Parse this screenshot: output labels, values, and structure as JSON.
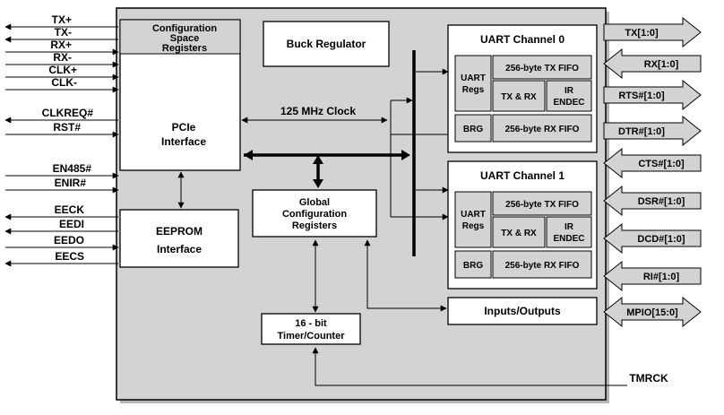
{
  "left_signals": {
    "tx_plus": "TX+",
    "tx_minus": "TX-",
    "rx_plus": "RX+",
    "rx_minus": "RX-",
    "clk_plus": "CLK+",
    "clk_minus": "CLK-",
    "clkreq": "CLKREQ#",
    "rst": "RST#",
    "en485": "EN485#",
    "enir": "ENIR#",
    "eeck": "EECK",
    "eedi": "EEDI",
    "eedo": "EEDO",
    "eecs": "EECS"
  },
  "blocks": {
    "config_space": [
      "Configuration",
      "Space",
      "Registers"
    ],
    "pcie": [
      "PCIe",
      "Interface"
    ],
    "eeprom": [
      "EEPROM",
      "Interface"
    ],
    "buck": "Buck Regulator",
    "clock": "125 MHz Clock",
    "global_cfg": [
      "Global",
      "Configuration",
      "Registers"
    ],
    "timer": [
      "16 - bit",
      "Timer/Counter"
    ],
    "io": "Inputs/Outputs"
  },
  "uart0": {
    "title": "UART Channel 0",
    "regs": [
      "UART",
      "Regs"
    ],
    "tx_fifo": "256-byte TX FIFO",
    "txrx": "TX & RX",
    "ir": [
      "IR",
      "ENDEC"
    ],
    "brg": "BRG",
    "rx_fifo": "256-byte RX FIFO"
  },
  "uart1": {
    "title": "UART Channel 1",
    "regs": [
      "UART",
      "Regs"
    ],
    "tx_fifo": "256-byte TX FIFO",
    "txrx": "TX & RX",
    "ir": [
      "IR",
      "ENDEC"
    ],
    "brg": "BRG",
    "rx_fifo": "256-byte RX FIFO"
  },
  "right_signals": {
    "tx": "TX[1:0]",
    "rx": "RX[1:0]",
    "rts": "RTS#[1:0]",
    "dtr": "DTR#[1:0]",
    "cts": "CTS#[1:0]",
    "dsr": "DSR#[1:0]",
    "dcd": "DCD#[1:0]",
    "ri": "RI#[1:0]",
    "mpio": "MPIO[15:0]",
    "tmrck": "TMRCK"
  }
}
